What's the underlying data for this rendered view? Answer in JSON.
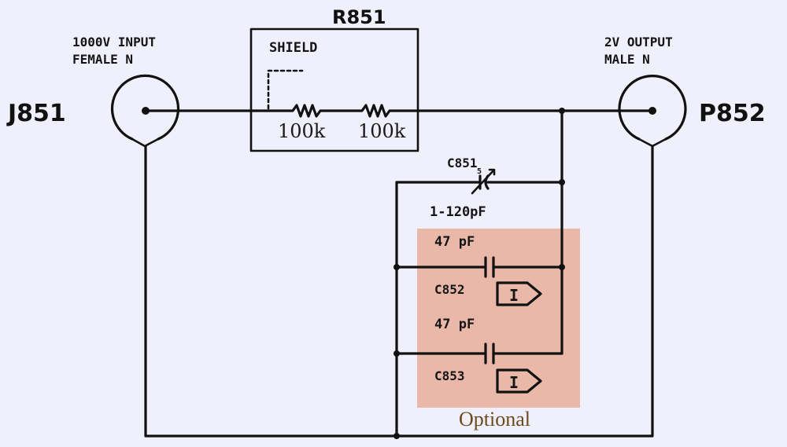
{
  "title": "R851",
  "input": {
    "ref": "J851",
    "line1": "1000V INPUT",
    "line2": "FEMALE N"
  },
  "output": {
    "ref": "P852",
    "line1": "2V OUTPUT",
    "line2": "MALE N"
  },
  "shield_label": "SHIELD",
  "resistors": [
    {
      "value": "100k"
    },
    {
      "value": "100k"
    }
  ],
  "capacitors": {
    "c851": {
      "ref": "C851",
      "value": "1-120pF",
      "tag": "5"
    },
    "c852": {
      "ref": "C852",
      "value": "47 pF",
      "marker": "I"
    },
    "c853": {
      "ref": "C853",
      "value": "47 pF",
      "marker": "I"
    }
  },
  "optional": {
    "label": "Optional",
    "fill_color": "#e8b4a4",
    "text_color": "#6b4a1e"
  },
  "colors": {
    "background": "#f0f0fc",
    "ink": "#111111"
  }
}
